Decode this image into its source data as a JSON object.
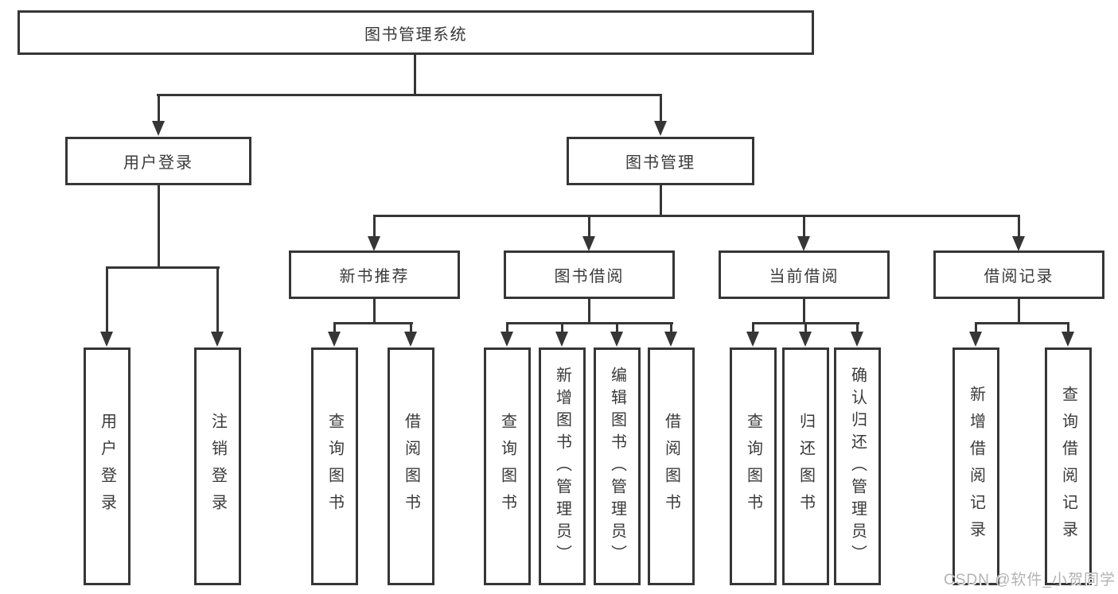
{
  "diagram": {
    "root_label": "图书管理系统",
    "user_branch": {
      "label": "用户登录",
      "children": [
        {
          "label": "用户登录"
        },
        {
          "label": "注销登录"
        }
      ]
    },
    "book_branch": {
      "label": "图书管理",
      "groups": [
        {
          "label": "新书推荐",
          "children": [
            {
              "label": "查询图书"
            },
            {
              "label": "借阅图书"
            }
          ]
        },
        {
          "label": "图书借阅",
          "children": [
            {
              "label": "查询图书"
            },
            {
              "label": "新增图书（管理员）"
            },
            {
              "label": "编辑图书（管理员）"
            },
            {
              "label": "借阅图书"
            }
          ]
        },
        {
          "label": "当前借阅",
          "children": [
            {
              "label": "查询图书"
            },
            {
              "label": "归还图书"
            },
            {
              "label": "确认归还（管理员）"
            }
          ]
        },
        {
          "label": "借阅记录",
          "children": [
            {
              "label": "新增借阅记录"
            },
            {
              "label": "查询借阅记录"
            }
          ]
        }
      ]
    }
  },
  "watermark": {
    "text": "CSDN @软件_小贺同学"
  },
  "colors": {
    "line": "#363636",
    "text": "#3a3a3a",
    "watermark": "#b3b3b3",
    "background": "#ffffff"
  }
}
